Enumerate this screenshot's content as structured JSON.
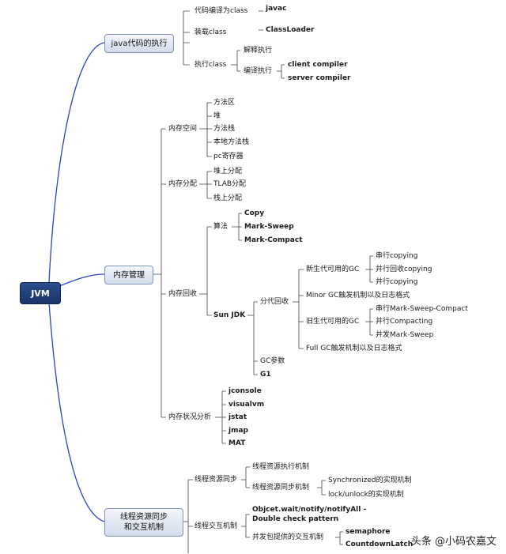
{
  "root": "JVM",
  "branches": {
    "java_exec": "java代码的执行",
    "memory": "内存管理",
    "thread": [
      "线程资源同步",
      "和交互机制"
    ]
  },
  "java_exec": {
    "compile": "代码编译为class",
    "javac": "javac",
    "load": "装载class",
    "classloader": "ClassLoader",
    "exec": "执行class",
    "interpret": "解释执行",
    "jit": "编译执行",
    "client": "client compiler",
    "server": "server compiler"
  },
  "memory": {
    "space": "内存空间",
    "space_items": [
      "方法区",
      "堆",
      "方法栈",
      "本地方法栈",
      "pc寄存器"
    ],
    "alloc": "内存分配",
    "alloc_items": [
      "堆上分配",
      "TLAB分配",
      "栈上分配"
    ],
    "gc": "内存回收",
    "algo": "算法",
    "algo_items": [
      "Copy",
      "Mark-Sweep",
      "Mark-Compact"
    ],
    "sunjdk": "Sun JDK",
    "gen": "分代回收",
    "young": "新生代可用的GC",
    "young_items": [
      "串行copying",
      "并行回收copying",
      "并行copying"
    ],
    "minor": "Minor GC触发机制以及日志格式",
    "old": "旧生代可用的GC",
    "old_items": [
      "串行Mark-Sweep-Compact",
      "并行Compacting",
      "并发Mark-Sweep"
    ],
    "full": "Full GC触发机制以及日志格式",
    "gcparam": "GC参数",
    "g1": "G1",
    "analysis": "内存状况分析",
    "tools": [
      "jconsole",
      "visualvm",
      "jstat",
      "jmap",
      "MAT"
    ]
  },
  "thread": {
    "sync": "线程资源同步",
    "sync_exec": "线程资源执行机制",
    "sync_mech": "线程资源同步机制",
    "sync_items": [
      "Synchronized的实现机制",
      "lock/unlock的实现机制"
    ],
    "interact": "线程交互机制",
    "wait": [
      "Objcet.wait/notify/notifyAll -",
      "Double check pattern"
    ],
    "concurrent": "并发包提供的交互机制",
    "concurrent_items": [
      "semaphore",
      "CountdownLatch"
    ]
  },
  "watermark": "头条 @小码农嘉文"
}
